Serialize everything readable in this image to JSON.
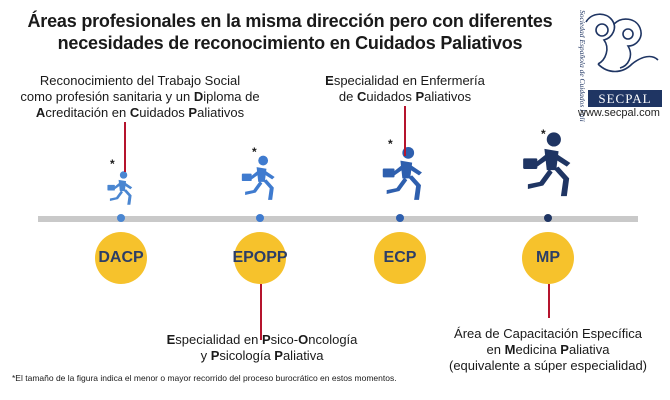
{
  "title": {
    "line1": "Áreas profesionales en la misma dirección pero con diferentes",
    "line2": "necesidades de reconocimiento en Cuidados Paliativos"
  },
  "logo": {
    "name": "SECPAL",
    "society_text": "Sociedad Española de Cuidados Paliativos",
    "url": "www.secpal.com"
  },
  "colors": {
    "circle": "#f6c22c",
    "circle_text": "#2c3e66",
    "connector": "#b5142d",
    "timeline": "#c9c9c9"
  },
  "nodes": [
    {
      "acronym": "DACP",
      "star": "*",
      "dot_color": "#4a86d1",
      "runner_color": "#4a86d1",
      "label_position": "above",
      "label_lines": [
        [
          "Reconocimiento del Trabajo Social"
        ],
        [
          "como profesión sanitaria y un ",
          {
            "b": "D"
          },
          "iploma de"
        ],
        [
          {
            "b": "A"
          },
          "creditación en ",
          {
            "b": "C"
          },
          "uidados ",
          {
            "b": "P"
          },
          "aliativos"
        ]
      ]
    },
    {
      "acronym": "EPOPP",
      "star": "*",
      "dot_color": "#3f7bcf",
      "runner_color": "#3f7bcf",
      "label_position": "below",
      "label_lines": [
        [
          {
            "b": "E"
          },
          "specialidad en ",
          {
            "b": "P"
          },
          "sico-",
          {
            "b": "O"
          },
          "ncología"
        ],
        [
          "y ",
          {
            "b": "P"
          },
          "sicología ",
          {
            "b": "P"
          },
          "aliativa"
        ]
      ]
    },
    {
      "acronym": "ECP",
      "star": "*",
      "dot_color": "#2e5fae",
      "runner_color": "#2e5fae",
      "label_position": "above",
      "label_lines": [
        [
          {
            "b": "E"
          },
          "specialidad en Enfermería"
        ],
        [
          "de ",
          {
            "b": "C"
          },
          "uidados ",
          {
            "b": "P"
          },
          "aliativos"
        ]
      ]
    },
    {
      "acronym": "MP",
      "star": "*",
      "dot_color": "#1f3563",
      "runner_color": "#1f3563",
      "label_position": "below",
      "label_lines": [
        [
          "Área de Capacitación Específica"
        ],
        [
          "en ",
          {
            "b": "M"
          },
          "edicina ",
          {
            "b": "P"
          },
          "aliativa"
        ],
        [
          "(equivalente a súper especialidad)"
        ]
      ]
    }
  ],
  "footnote": "*El tamaño de la figura indica el menor o mayor recorrido del proceso burocrático en estos momentos."
}
